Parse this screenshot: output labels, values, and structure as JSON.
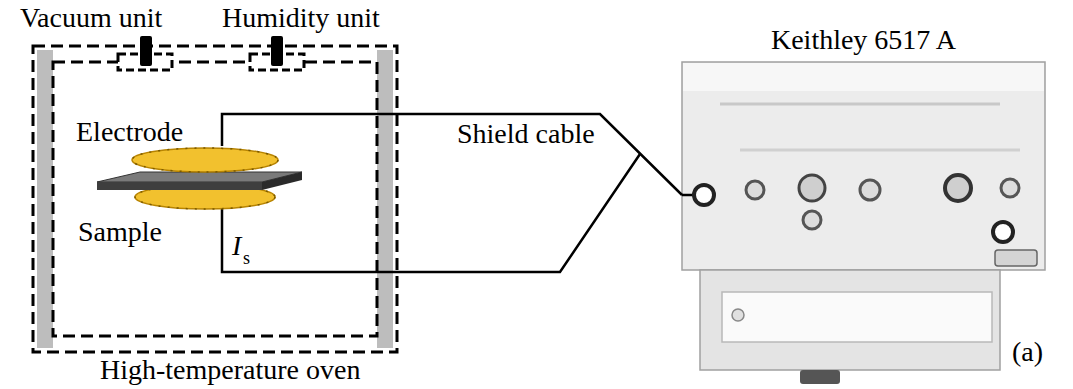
{
  "diagram": {
    "nodes": [
      {
        "text": [
          "High-temperature oven"
        ]
      },
      {
        "text": [
          "Electrode"
        ],
        "in": 0
      },
      {
        "text": [
          "Sample"
        ],
        "in": 0
      },
      {
        "text": [
          "Keithley 6517 A"
        ]
      }
    ],
    "edges": [
      {
        "from": 1,
        "to": 3,
        "arrow": "none",
        "label": "Shield cable"
      }
    ],
    "labels": [
      "Vacuum unit",
      "Humidity unit",
      "I",
      "s",
      "(a)"
    ]
  }
}
